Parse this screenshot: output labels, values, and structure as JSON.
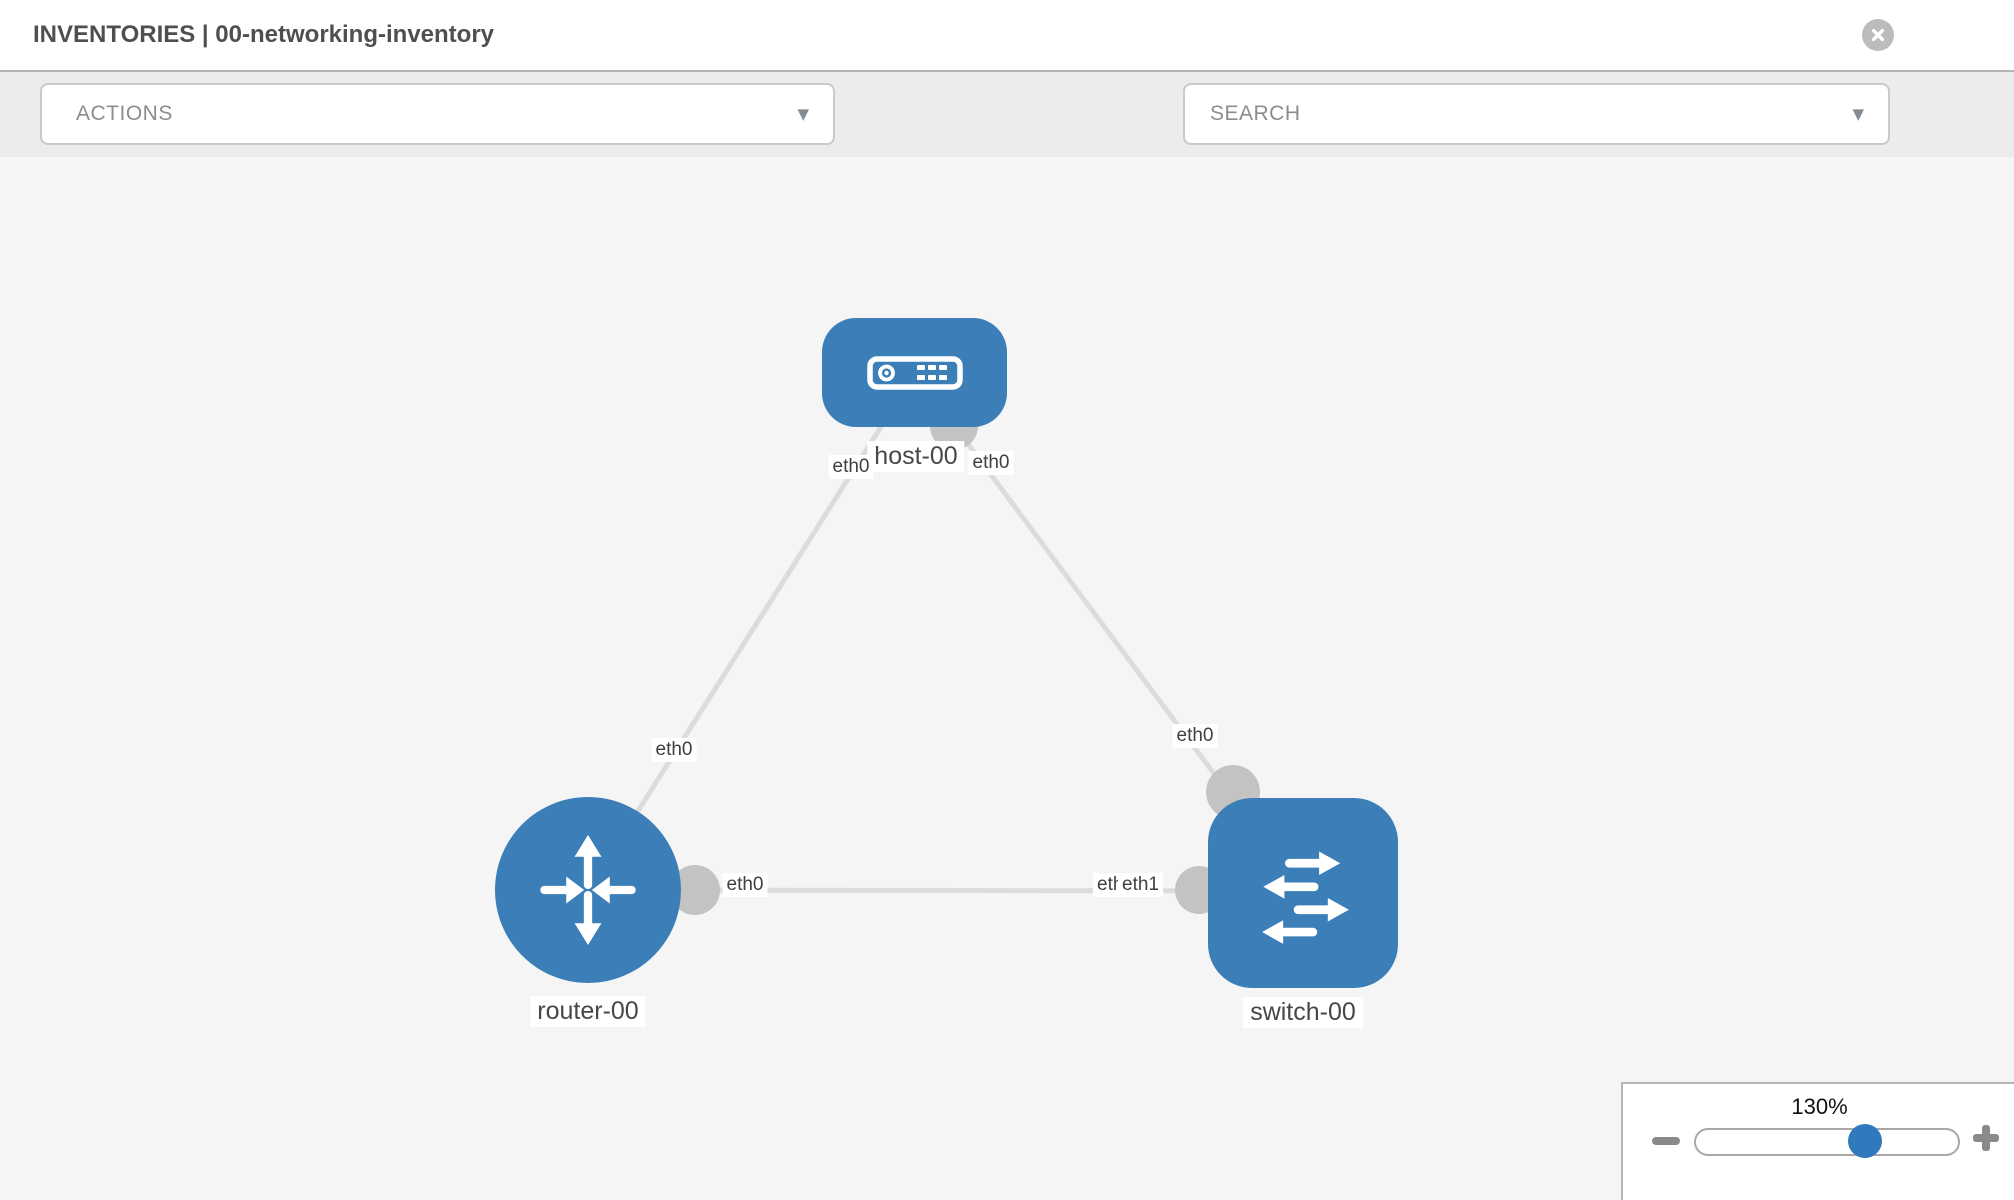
{
  "header": {
    "title": "INVENTORIES | 00-networking-inventory"
  },
  "toolbar": {
    "actions_label": "ACTIONS",
    "search_label": "SEARCH"
  },
  "icons": {
    "dropdown_caret": "▼"
  },
  "diagram": {
    "nodes": [
      {
        "id": "host-00",
        "type": "host",
        "label": "host-00"
      },
      {
        "id": "router-00",
        "type": "router",
        "label": "router-00"
      },
      {
        "id": "switch-00",
        "type": "switch",
        "label": "switch-00"
      }
    ],
    "links": [
      {
        "from": "host-00",
        "from_interface": "eth0",
        "to": "router-00",
        "to_interface": "eth0"
      },
      {
        "from": "host-00",
        "from_interface": "eth0",
        "to": "switch-00",
        "to_interface": "eth0"
      },
      {
        "from": "router-00",
        "from_interface": "eth0",
        "to": "switch-00",
        "to_interface": "eth1"
      }
    ],
    "interface_labels": {
      "host_to_router_at_host": "eth0",
      "host_to_router_at_router": "eth0",
      "host_to_switch_at_host": "eth0",
      "host_to_switch_at_switch": "eth0",
      "router_to_switch_at_router": "eth0",
      "router_to_switch_at_switch": "eth1",
      "router_to_switch_at_switch_behind": "eth0"
    }
  },
  "zoom_control": {
    "value": "130%"
  },
  "colors": {
    "node_blue": "#3c7eb8",
    "link_gray": "#dcdcdc",
    "connector_gray": "#c3c3c3",
    "slider_thumb_blue": "#3179bd",
    "canvas_bg": "#f5f5f6"
  }
}
